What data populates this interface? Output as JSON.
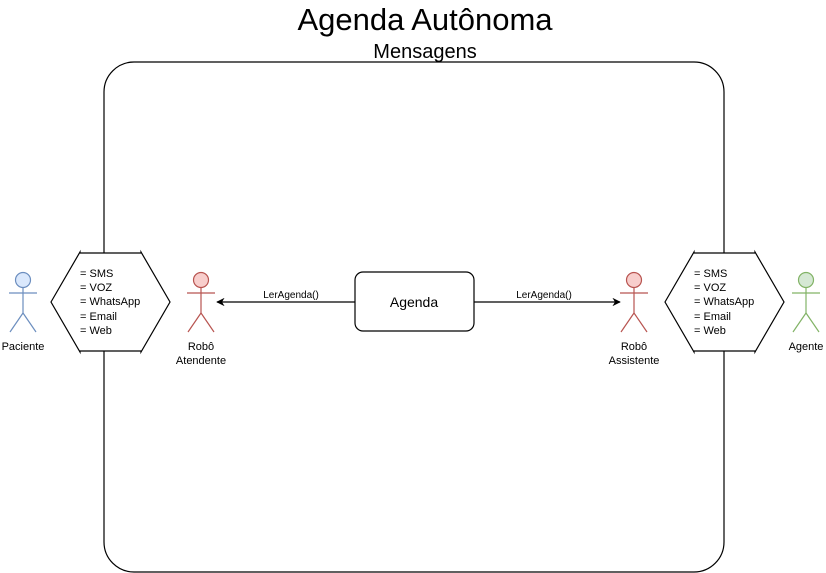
{
  "title": "Agenda Autônoma",
  "subtitle": "Mensagens",
  "center_box": {
    "label": "Agenda"
  },
  "arrows": {
    "left_label": "LerAgenda()",
    "right_label": "LerAgenda()"
  },
  "actors": {
    "paciente": {
      "label": "Paciente",
      "fill": "#dae8fc",
      "stroke": "#6c8ebf"
    },
    "robo_atendente": {
      "label_line1": "Robô",
      "label_line2": "Atendente",
      "fill": "#f8cecc",
      "stroke": "#b85450"
    },
    "robo_assistente": {
      "label_line1": "Robô",
      "label_line2": "Assistente",
      "fill": "#f8cecc",
      "stroke": "#b85450"
    },
    "agente": {
      "label": "Agente",
      "fill": "#d5e8d4",
      "stroke": "#82b366"
    }
  },
  "channels_left": [
    "= SMS",
    "= VOZ",
    "= WhatsApp",
    "= Email",
    "= Web"
  ],
  "channels_right": [
    "= SMS",
    "= VOZ",
    "= WhatsApp",
    "= Email",
    "= Web"
  ]
}
